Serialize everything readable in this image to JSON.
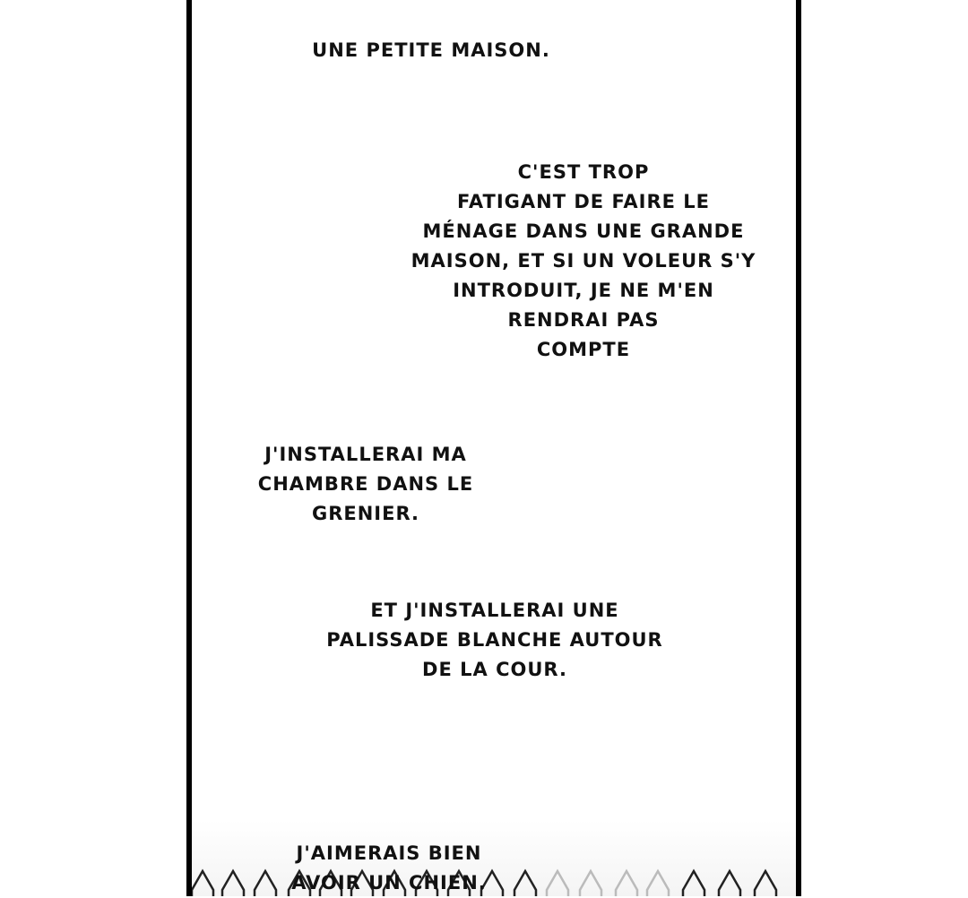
{
  "captions": [
    {
      "lines": [
        "UNE PETITE MAISON."
      ]
    },
    {
      "lines": [
        "C'EST TROP",
        "FATIGANT DE FAIRE LE",
        "MÉNAGE DANS UNE GRANDE",
        "MAISON, ET SI UN VOLEUR S'Y",
        "INTRODUIT, JE NE M'EN",
        "RENDRAI PAS",
        "COMPTE"
      ]
    },
    {
      "lines": [
        "J'INSTALLERAI MA",
        "CHAMBRE DANS LE",
        "GRENIER."
      ]
    },
    {
      "lines": [
        "ET J'INSTALLERAI UNE",
        "PALISSADE BLANCHE AUTOUR",
        "DE LA COUR."
      ]
    },
    {
      "lines": [
        "J'AIMERAIS BIEN",
        "AVOIR UN CHIEN."
      ]
    }
  ]
}
